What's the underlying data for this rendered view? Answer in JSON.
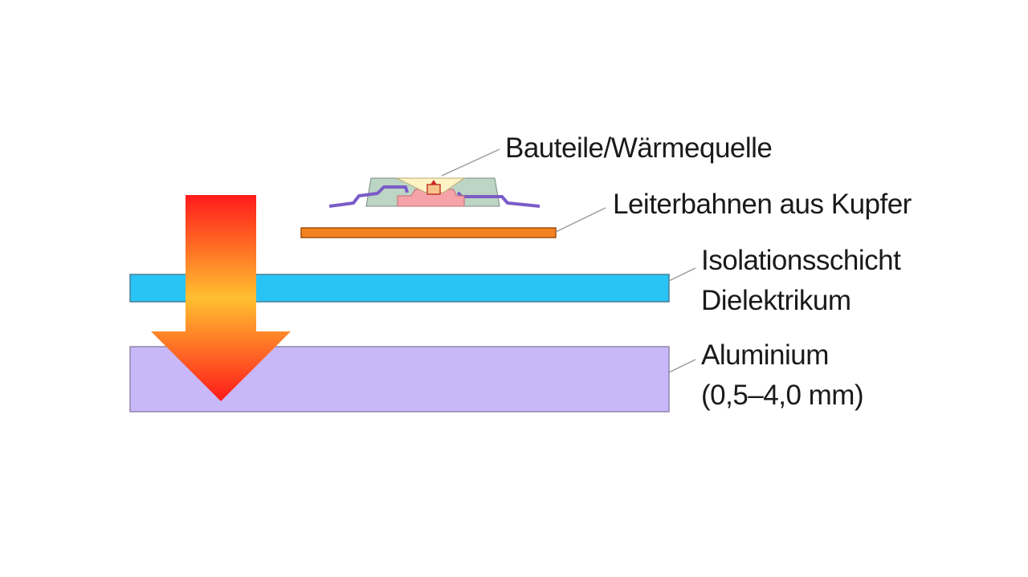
{
  "labels": {
    "component": "Bauteile/Wärmequelle",
    "copper": "Leiterbahnen aus Kupfer",
    "insulation": [
      "Isolationsschicht",
      "Dielektrikum"
    ],
    "aluminium": [
      "Aluminium",
      "(0,5–4,0 mm)"
    ]
  },
  "colors": {
    "copper_trace": "#f58220",
    "insulation_layer": "#29c4f6",
    "aluminium_base": "#c8b8fa",
    "leader_line": "#9a9a9a",
    "arrow_top": "#ff1a1a",
    "arrow_mid": "#ffc030",
    "arrow_bottom": "#ff1a1a",
    "component_body": "#bdd5c4",
    "component_die": "#f5a3a8",
    "component_lens": "#fdf3c4",
    "component_leads": "#7a5cc8"
  }
}
